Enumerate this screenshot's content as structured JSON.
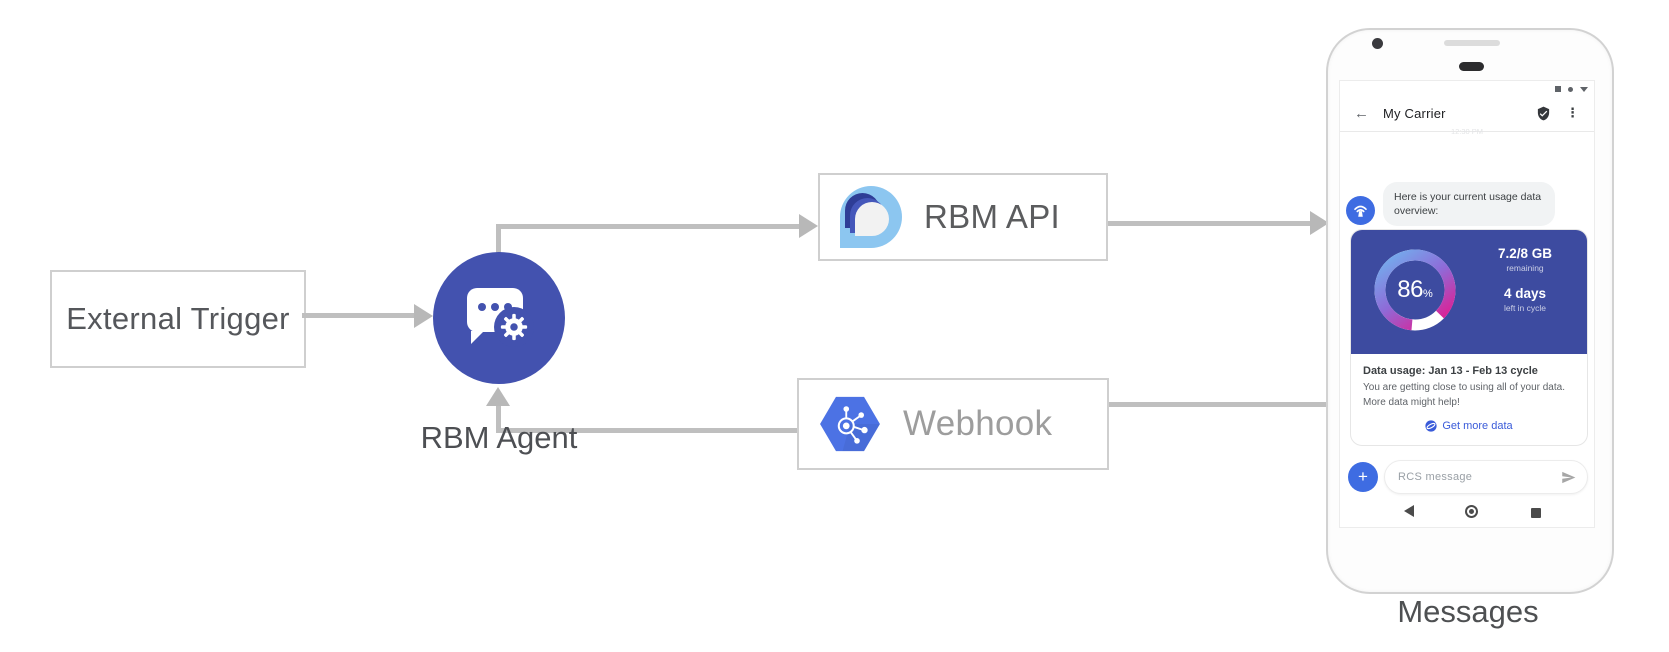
{
  "diagram": {
    "nodes": {
      "external_trigger": "External Trigger",
      "rbm_agent": "RBM Agent",
      "rbm_api": "RBM API",
      "webhook": "Webhook"
    },
    "caption": "Messages",
    "icons": {
      "rbm_agent": "chat-bubble-gear-icon",
      "rbm_api": "messages-teardrop-logo",
      "webhook": "cloud-hexagon-network-logo"
    },
    "colors": {
      "agent_circle": "#4352AF",
      "arrow_gray": "#BDBDBD",
      "api_logo_light_blue": "#8CC6F0",
      "api_logo_dark_blue": "#2E3D96",
      "webhook_hexagon_blue": "#4C72E4"
    }
  },
  "phone": {
    "status_icons": [
      "record-square",
      "record-dot",
      "record-caret"
    ],
    "app_bar": {
      "back_icon": "←",
      "title": "My Carrier",
      "verified_icon": "verified-shield",
      "menu_icon": "⋮"
    },
    "conversation": {
      "timestamp": "12:30 PM",
      "agent_avatar_icon": "broadcast-antenna",
      "agent_message": "Here is your current usage data overview:",
      "usage_card": {
        "percent_value": 86,
        "percent_label": "86",
        "percent_unit": "%",
        "quota": "7.2/8 GB",
        "quota_caption": "remaining",
        "days": "4 days",
        "days_caption": "left in cycle",
        "heading": "Data usage: Jan 13 - Feb 13 cycle",
        "line1": "You are getting close to using all of your data.",
        "line2": "More data might help!",
        "action_label": "Get more data",
        "card_color": "#3D4BA0",
        "gauge_gradient": [
          "#6FB7F0",
          "#8E6BD8",
          "#E8158B"
        ],
        "link_color": "#3A5BD9"
      }
    },
    "composer": {
      "plus_label": "+",
      "placeholder": "RCS message",
      "send_icon": "send-plane"
    },
    "nav_icons": [
      "back-triangle",
      "home-circle",
      "recents-square"
    ]
  }
}
